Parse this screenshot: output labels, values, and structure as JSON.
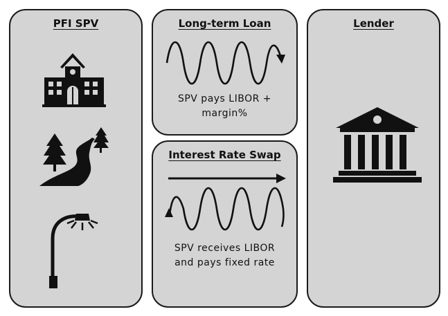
{
  "panels": {
    "pfi_spv": {
      "title": "PFI SPV",
      "icons": [
        "school-building-icon",
        "road-with-trees-icon",
        "street-lamp-icon"
      ]
    },
    "loan": {
      "title": "Long-term Loan",
      "caption_line1": "SPV pays LIBOR +",
      "caption_line2": "margin%",
      "icons": [
        "sine-wave-arrow-right-icon"
      ]
    },
    "swap": {
      "title": "Interest Rate Swap",
      "caption_line1": "SPV receives LIBOR",
      "caption_line2": "and pays fixed rate",
      "icons": [
        "right-arrow-icon",
        "sine-wave-arrow-left-icon"
      ]
    },
    "lender": {
      "title": "Lender",
      "icons": [
        "bank-building-icon"
      ]
    }
  },
  "colors": {
    "panel_fill": "#d4d4d4",
    "border": "#1a1a1a",
    "ink": "#111111"
  }
}
